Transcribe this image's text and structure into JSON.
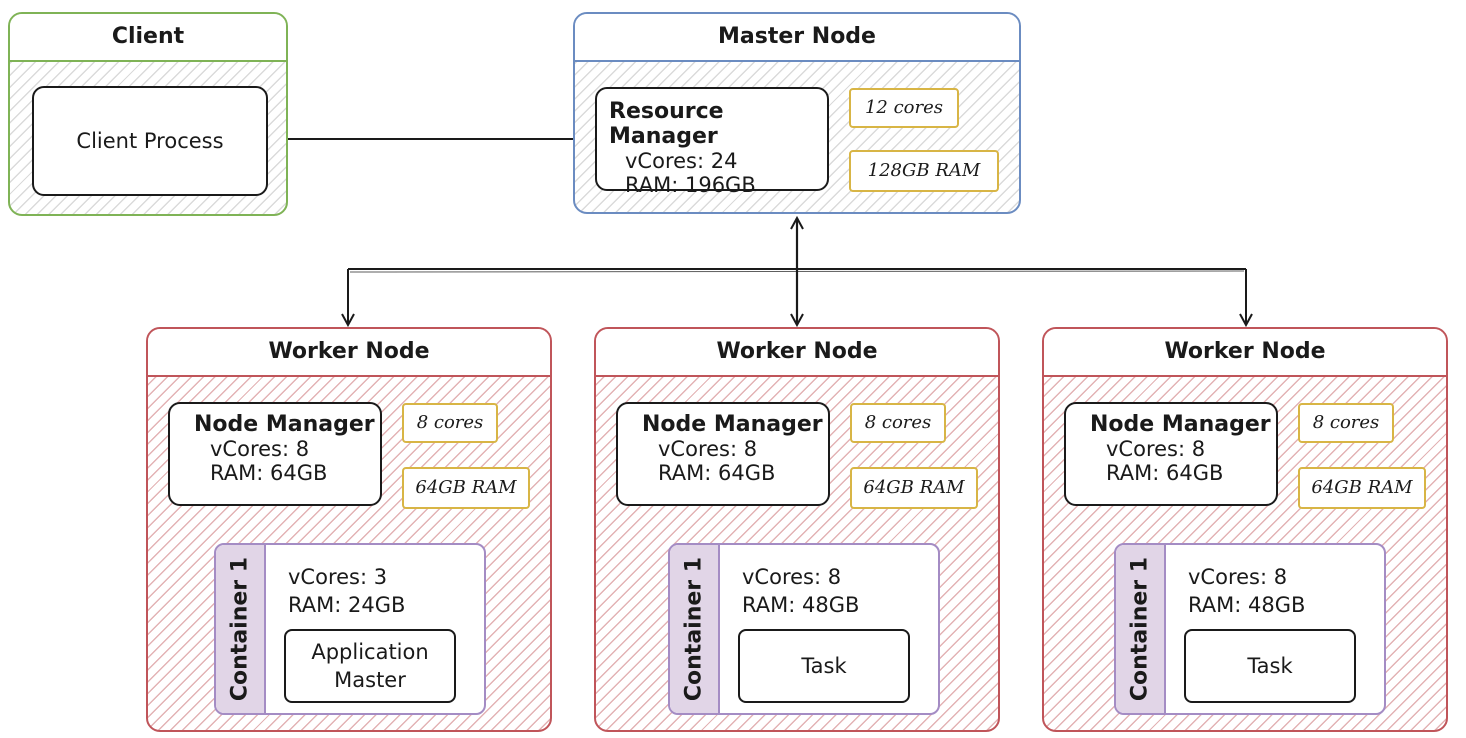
{
  "client": {
    "title": "Client",
    "process": "Client Process"
  },
  "master": {
    "title": "Master Node",
    "resource_manager": {
      "title": "Resource Manager",
      "vcores": "vCores: 24",
      "ram": "RAM: 196GB"
    },
    "tags": [
      "12 cores",
      "128GB RAM"
    ]
  },
  "workers": [
    {
      "title": "Worker Node",
      "node_manager": {
        "title": "Node Manager",
        "vcores": "vCores: 8",
        "ram": "RAM: 64GB"
      },
      "tags": [
        "8 cores",
        "64GB RAM"
      ],
      "container": {
        "label": "Container 1",
        "vcores": "vCores: 3",
        "ram": "RAM: 24GB",
        "inner_lines": [
          "Application",
          "Master"
        ]
      }
    },
    {
      "title": "Worker Node",
      "node_manager": {
        "title": "Node Manager",
        "vcores": "vCores: 8",
        "ram": "RAM: 64GB"
      },
      "tags": [
        "8 cores",
        "64GB RAM"
      ],
      "container": {
        "label": "Container 1",
        "vcores": "vCores: 8",
        "ram": "RAM: 48GB",
        "inner_lines": [
          "Task"
        ]
      }
    },
    {
      "title": "Worker Node",
      "node_manager": {
        "title": "Node Manager",
        "vcores": "vCores: 8",
        "ram": "RAM: 64GB"
      },
      "tags": [
        "8 cores",
        "64GB RAM"
      ],
      "container": {
        "label": "Container 1",
        "vcores": "vCores: 8",
        "ram": "RAM: 48GB",
        "inner_lines": [
          "Task"
        ]
      }
    }
  ],
  "colors": {
    "client_border": "#7fb356",
    "master_border": "#6b8cc1",
    "worker_border": "#c0555a",
    "tag_border": "#d8b545",
    "container_border": "#a48cc4",
    "container_label_fill": "#e1d5e7"
  }
}
